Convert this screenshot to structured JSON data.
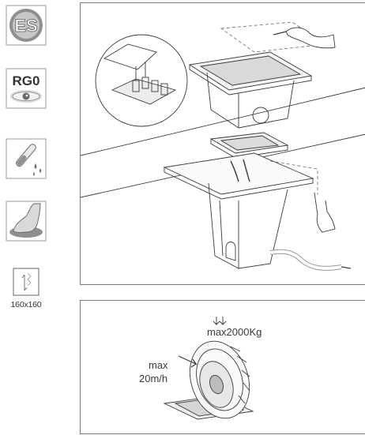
{
  "badges": {
    "es_label": "ES",
    "rg_label": "RG0",
    "size_label": "160x160"
  },
  "load": {
    "weight_label": "max2000Kg",
    "speed_label_1": "max",
    "speed_label_2": "20m/h"
  },
  "colors": {
    "badge_fill": "#b9b9b9",
    "badge_dark": "#6e6e6e",
    "line": "#3a3a3a",
    "panel_border": "#7d7d7d"
  }
}
